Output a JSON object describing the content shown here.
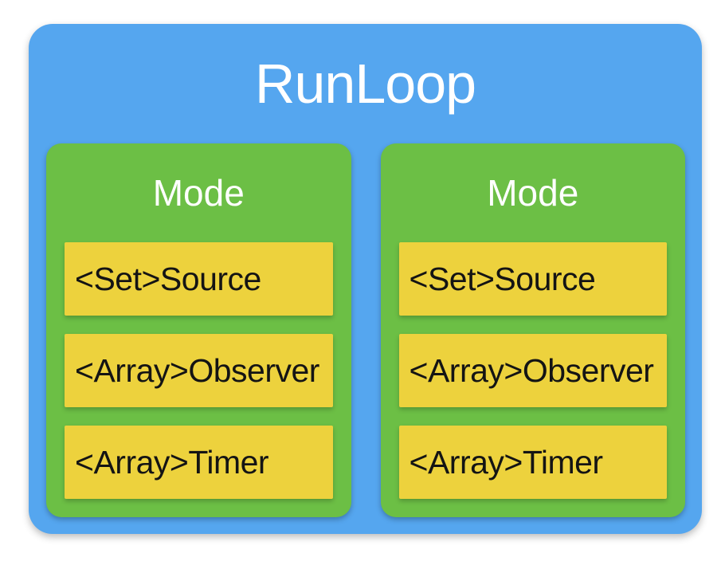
{
  "diagram": {
    "title": "RunLoop",
    "modes": [
      {
        "title": "Mode",
        "items": [
          "<Set>Source",
          "<Array>Observer",
          "<Array>Timer"
        ]
      },
      {
        "title": "Mode",
        "items": [
          "<Set>Source",
          "<Array>Observer",
          "<Array>Timer"
        ]
      }
    ],
    "colors": {
      "container": "#55a6ef",
      "mode": "#6cbf45",
      "item": "#edd23d",
      "title_text": "#ffffff",
      "item_text": "#141414"
    }
  }
}
